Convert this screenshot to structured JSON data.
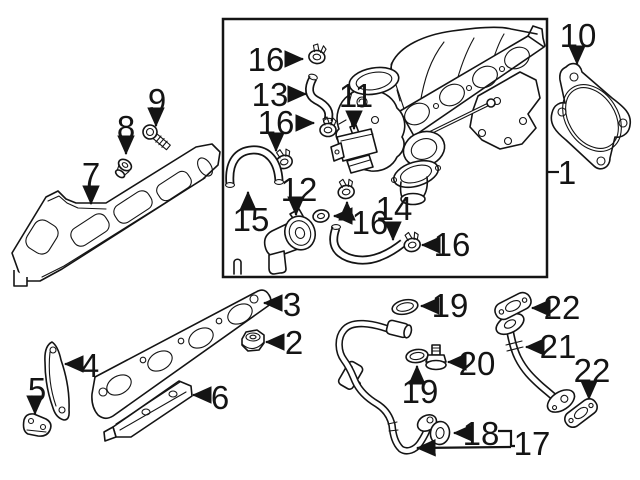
{
  "colors": {
    "background": "#ffffff",
    "line": "#141414"
  },
  "figure": {
    "kind": "exploded-parts-diagram"
  },
  "callouts": [
    {
      "text": "1"
    },
    {
      "text": "2"
    },
    {
      "text": "3"
    },
    {
      "text": "4"
    },
    {
      "text": "5"
    },
    {
      "text": "6"
    },
    {
      "text": "7"
    },
    {
      "text": "8"
    },
    {
      "text": "9"
    },
    {
      "text": "10"
    },
    {
      "text": "11"
    },
    {
      "text": "12"
    },
    {
      "text": "13"
    },
    {
      "text": "14"
    },
    {
      "text": "15"
    },
    {
      "text": "16"
    },
    {
      "text": "16"
    },
    {
      "text": "16"
    },
    {
      "text": "16"
    },
    {
      "text": "17"
    },
    {
      "text": "18"
    },
    {
      "text": "19"
    },
    {
      "text": "19"
    },
    {
      "text": "20"
    },
    {
      "text": "21"
    },
    {
      "text": "22"
    },
    {
      "text": "22"
    }
  ]
}
